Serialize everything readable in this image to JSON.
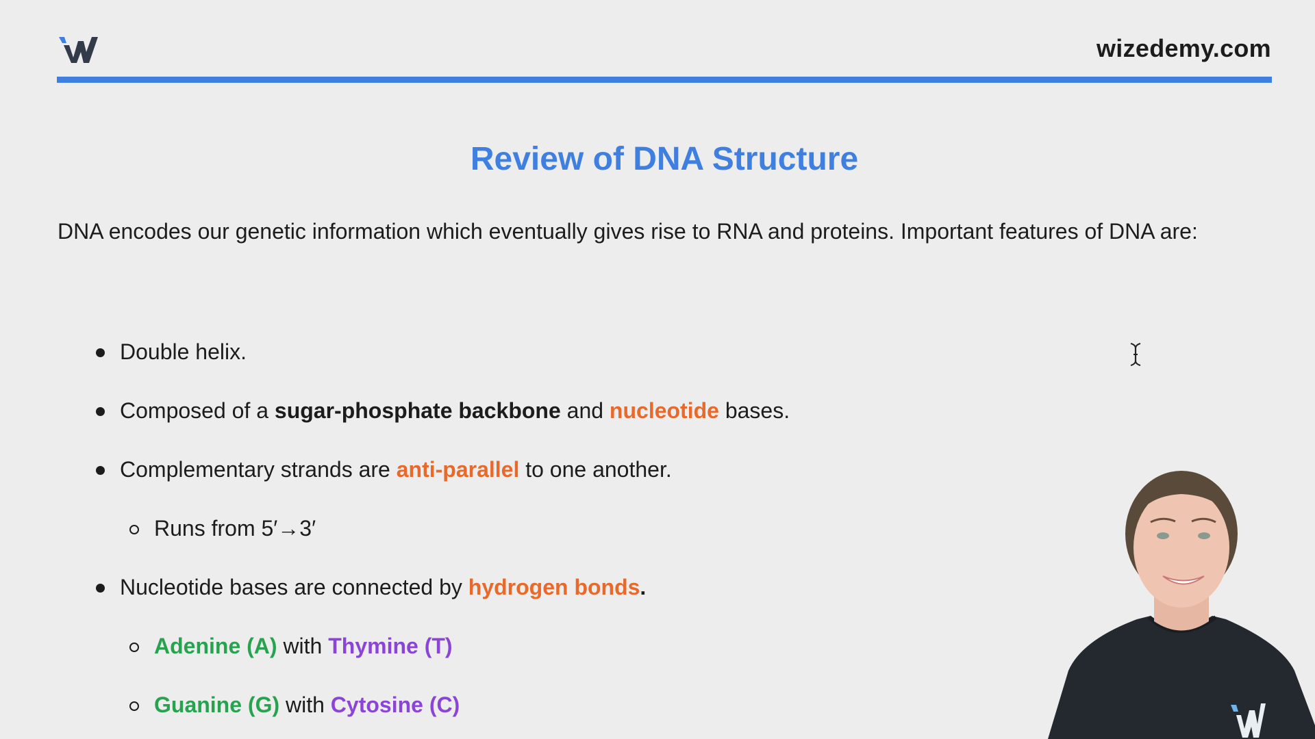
{
  "header": {
    "logo_icon": "wizedemy-w-logo",
    "site_name": "wizedemy.com",
    "accent_color": "#3f7fe0"
  },
  "slide": {
    "title": "Review of DNA Structure",
    "intro": "DNA encodes our genetic information which eventually gives rise to RNA and proteins. Important features of DNA are:",
    "bullets": [
      {
        "level": 1,
        "parts": [
          {
            "text": "Double helix.",
            "style": "normal"
          }
        ]
      },
      {
        "level": 1,
        "parts": [
          {
            "text": "Composed of a ",
            "style": "normal"
          },
          {
            "text": "sugar-phosphate backbone",
            "style": "bold"
          },
          {
            "text": " and ",
            "style": "normal"
          },
          {
            "text": "nucleotide",
            "style": "orange"
          },
          {
            "text": " bases.",
            "style": "normal"
          }
        ]
      },
      {
        "level": 1,
        "parts": [
          {
            "text": "Complementary strands are ",
            "style": "normal"
          },
          {
            "text": "anti-parallel",
            "style": "orange"
          },
          {
            "text": " to one another.",
            "style": "normal"
          }
        ]
      },
      {
        "level": 2,
        "parts": [
          {
            "text": "Runs from 5′→3′",
            "style": "normal"
          }
        ]
      },
      {
        "level": 1,
        "parts": [
          {
            "text": "Nucleotide bases are connected by ",
            "style": "normal"
          },
          {
            "text": "hydrogen bonds",
            "style": "orange"
          },
          {
            "text": ".",
            "style": "bold"
          }
        ]
      },
      {
        "level": 2,
        "parts": [
          {
            "text": "Adenine (A)",
            "style": "green"
          },
          {
            "text": " with ",
            "style": "normal"
          },
          {
            "text": "Thymine (T)",
            "style": "purple"
          }
        ]
      },
      {
        "level": 2,
        "parts": [
          {
            "text": "Guanine (G)",
            "style": "green"
          },
          {
            "text": " with ",
            "style": "normal"
          },
          {
            "text": "Cytosine (C)",
            "style": "purple"
          }
        ]
      }
    ]
  },
  "colors": {
    "title_blue": "#3f7fe0",
    "highlight_orange": "#e8692a",
    "base_green": "#27a34f",
    "base_purple": "#8a44d6",
    "background": "#ededed",
    "text": "#1c1c1c"
  },
  "overlay": {
    "cursor_icon": "text-ibeam-cursor",
    "presenter": "presenter-video-overlay"
  }
}
